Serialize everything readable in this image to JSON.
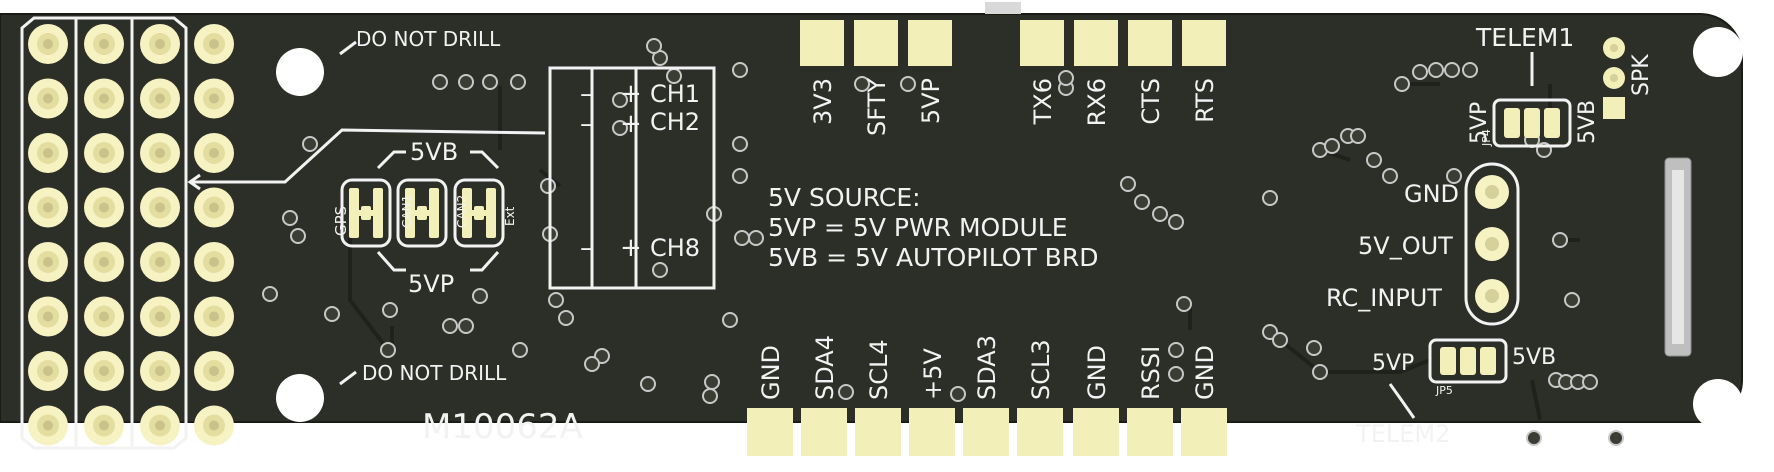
{
  "colors": {
    "board": "#2c2f27",
    "board_edge": "#1a1c17",
    "pad": "#f3efb8",
    "pad_ring": "#f6f2c2",
    "silk": "#f2f2f2",
    "hole": "#ffffff",
    "via": "#c8c8c8",
    "trace": "#1f211c"
  },
  "labels": {
    "do_not_drill_top": "DO NOT DRILL",
    "do_not_drill_bottom": "DO NOT DRILL",
    "board_id": "M10062A",
    "source_line1": "5V SOURCE:",
    "source_line2": "5VP = 5V PWR MODULE",
    "source_line3": "5VB = 5V AUTOPILOT BRD",
    "sel_5vb": "5VB",
    "sel_5vp": "5VP",
    "gps": "GPS",
    "can1": "CAN1",
    "can2": "CAN2",
    "ext": "Ext",
    "ch1": "CH1",
    "ch2": "CH2",
    "ch8": "CH8",
    "telem1": "TELEM1",
    "telem2": "TELEM2",
    "spk": "SPK",
    "t1_5vp": "5VP",
    "t1_5vb": "5VB",
    "jp4": "JP4",
    "t2_5vp": "5VP",
    "t2_5vb": "5VB",
    "jp5": "JP5",
    "gnd_right": "GND",
    "v5_out": "5V_OUT",
    "rc_input": "RC_INPUT"
  },
  "top_pads": [
    "3V3",
    "SFTY",
    "5VP",
    "TX6",
    "RX6",
    "CTS",
    "RTS"
  ],
  "bottom_pads": [
    "GND",
    "SDA4",
    "SCL4",
    "+5V",
    "SDA3",
    "SCL3",
    "GND",
    "RSSI",
    "GND"
  ]
}
